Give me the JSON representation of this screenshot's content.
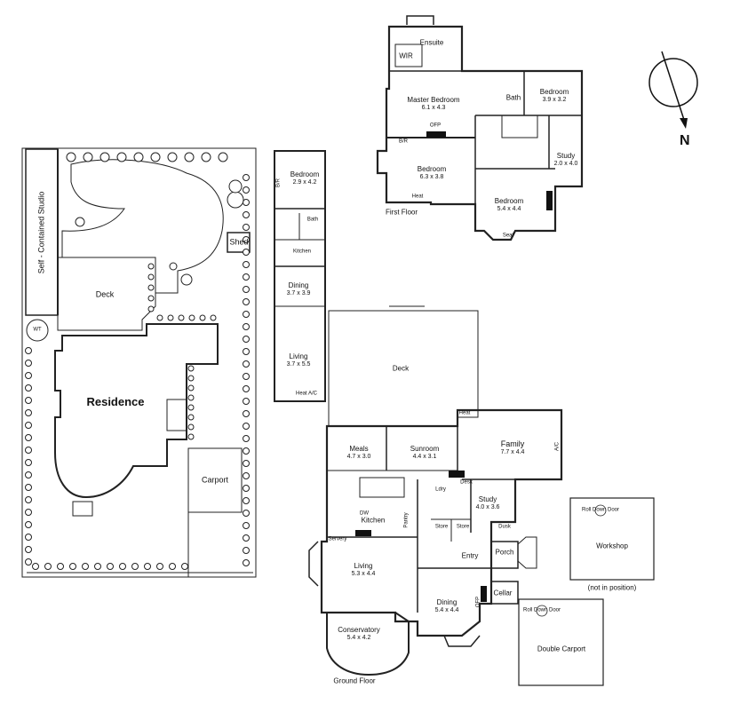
{
  "site": {
    "studio": "Self - Contained Studio",
    "wt": "WT",
    "deck": "Deck",
    "residence": "Residence",
    "shed": "Shed",
    "carport": "Carport"
  },
  "studio_plan": {
    "bedroom": {
      "name": "Bedroom",
      "dims": "2.9 x 4.2"
    },
    "bath": "Bath",
    "kitchen": "Kitchen",
    "dining": {
      "name": "Dining",
      "dims": "3.7 x 3.9"
    },
    "living": {
      "name": "Living",
      "dims": "3.7 x 5.5"
    },
    "heat_ac": "Heat  A/C",
    "br": "B/R"
  },
  "ground_floor": {
    "title": "Ground Floor",
    "deck": "Deck",
    "meals": {
      "name": "Meals",
      "dims": "4.7 x 3.0"
    },
    "sunroom": {
      "name": "Sunroom",
      "dims": "4.4 x 3.1"
    },
    "family": {
      "name": "Family",
      "dims": "7.7 x 4.4"
    },
    "kitchen": "Kitchen",
    "dw": "DW",
    "pantry": "Pantry",
    "servery": "Servery",
    "ldry": "Ldry",
    "desk": "Desk",
    "study": {
      "name": "Study",
      "dims": "4.0 x 3.6"
    },
    "store1": "Store",
    "store2": "Store",
    "dusk": "Dusk",
    "porch": "Porch",
    "entry": "Entry",
    "living": {
      "name": "Living",
      "dims": "5.3 x 4.4"
    },
    "dining": {
      "name": "Dining",
      "dims": "5.4 x 4.4"
    },
    "cellar": "Cellar",
    "conservatory": {
      "name": "Conservatory",
      "dims": "5.4 x 4.2"
    },
    "heat": "Heat",
    "ac": "A/C",
    "ofp": "OFP"
  },
  "first_floor": {
    "title": "First Floor",
    "ensuite": "Ensuite",
    "wir": "WIR",
    "master": {
      "name": "Master Bedroom",
      "dims": "6.1 x 4.3"
    },
    "bath": "Bath",
    "bedroom_ne": {
      "name": "Bedroom",
      "dims": "3.9 x 3.2"
    },
    "bedroom_mid": {
      "name": "Bedroom",
      "dims": "6.3 x 3.8"
    },
    "bedroom_s": {
      "name": "Bedroom",
      "dims": "5.4 x 4.4"
    },
    "study": {
      "name": "Study",
      "dims": "2.0 x 4.0"
    },
    "br": "B/R",
    "ofp": "OFP",
    "heat": "Heat",
    "seat": "Seat"
  },
  "outbuildings": {
    "workshop": "Workshop",
    "not_in_position": "(not in position)",
    "double_carport": "Double Carport",
    "roller_door": "Roll Down Door"
  },
  "compass": {
    "label": "N"
  }
}
